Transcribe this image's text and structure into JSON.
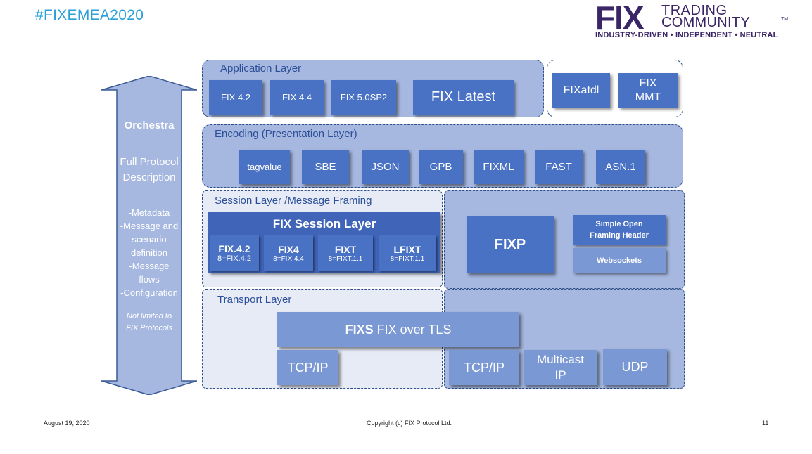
{
  "header": {
    "hashtag": "#FIXEMEA2020",
    "logo": {
      "mark": "FIX",
      "line1": "TRADING",
      "line2": "COMMUNITY",
      "tm": "TM",
      "tagline": "INDUSTRY-DRIVEN • INDEPENDENT • NEUTRAL"
    }
  },
  "orchestra": {
    "title": "Orchestra",
    "subtitle": [
      "Full Protocol",
      "Description"
    ],
    "items": [
      "-Metadata",
      "-Message and",
      "scenario",
      "definition",
      "-Message",
      "flows",
      "-Configuration"
    ],
    "note": [
      "Not limited to",
      "FIX Protocols"
    ]
  },
  "application_layer": {
    "label": "Application Layer",
    "boxes": [
      "FIX 4.2",
      "FIX 4.4",
      "FIX 5.0SP2",
      "FIX Latest"
    ],
    "extras": [
      "FIXatdl",
      "FIX MMT"
    ]
  },
  "encoding_layer": {
    "label": "Encoding (Presentation Layer)",
    "boxes": [
      "tagvalue",
      "SBE",
      "JSON",
      "GPB",
      "FIXML",
      "FAST",
      "ASN.1"
    ]
  },
  "session_layer": {
    "label": "Session Layer /Message Framing",
    "fix_session": "FIX Session Layer",
    "versions": [
      {
        "name": "FIX.4.2",
        "sub": "8=FIX.4.2"
      },
      {
        "name": "FIX4",
        "sub": "8=FIX.4.4"
      },
      {
        "name": "FIXT",
        "sub": "8=FIXT.1.1"
      },
      {
        "name": "LFIXT",
        "sub": "8=FIXT.1.1"
      }
    ],
    "fixp": "FIXP",
    "sofh": [
      "Simple Open",
      "Framing Header"
    ],
    "websockets": "Websockets"
  },
  "transport_layer": {
    "label": "Transport Layer",
    "fixs_bold": "FIXS",
    "fixs_rest": " FIX over TLS",
    "left": "TCP/IP",
    "right": [
      "TCP/IP",
      "Multicast IP",
      "UDP"
    ]
  },
  "footer": {
    "date": "August 19, 2020",
    "copyright": "Copyright (c) FIX Protocol Ltd.",
    "page": "11"
  },
  "colors": {
    "panel": "#a6b8e0",
    "panel_light": "#e6ebf6",
    "box": "#4a72c4",
    "box_light": "#7a98d4",
    "arrow": "#a6b8e0",
    "accent": "#2a9fd8",
    "logo": "#3a2566"
  }
}
